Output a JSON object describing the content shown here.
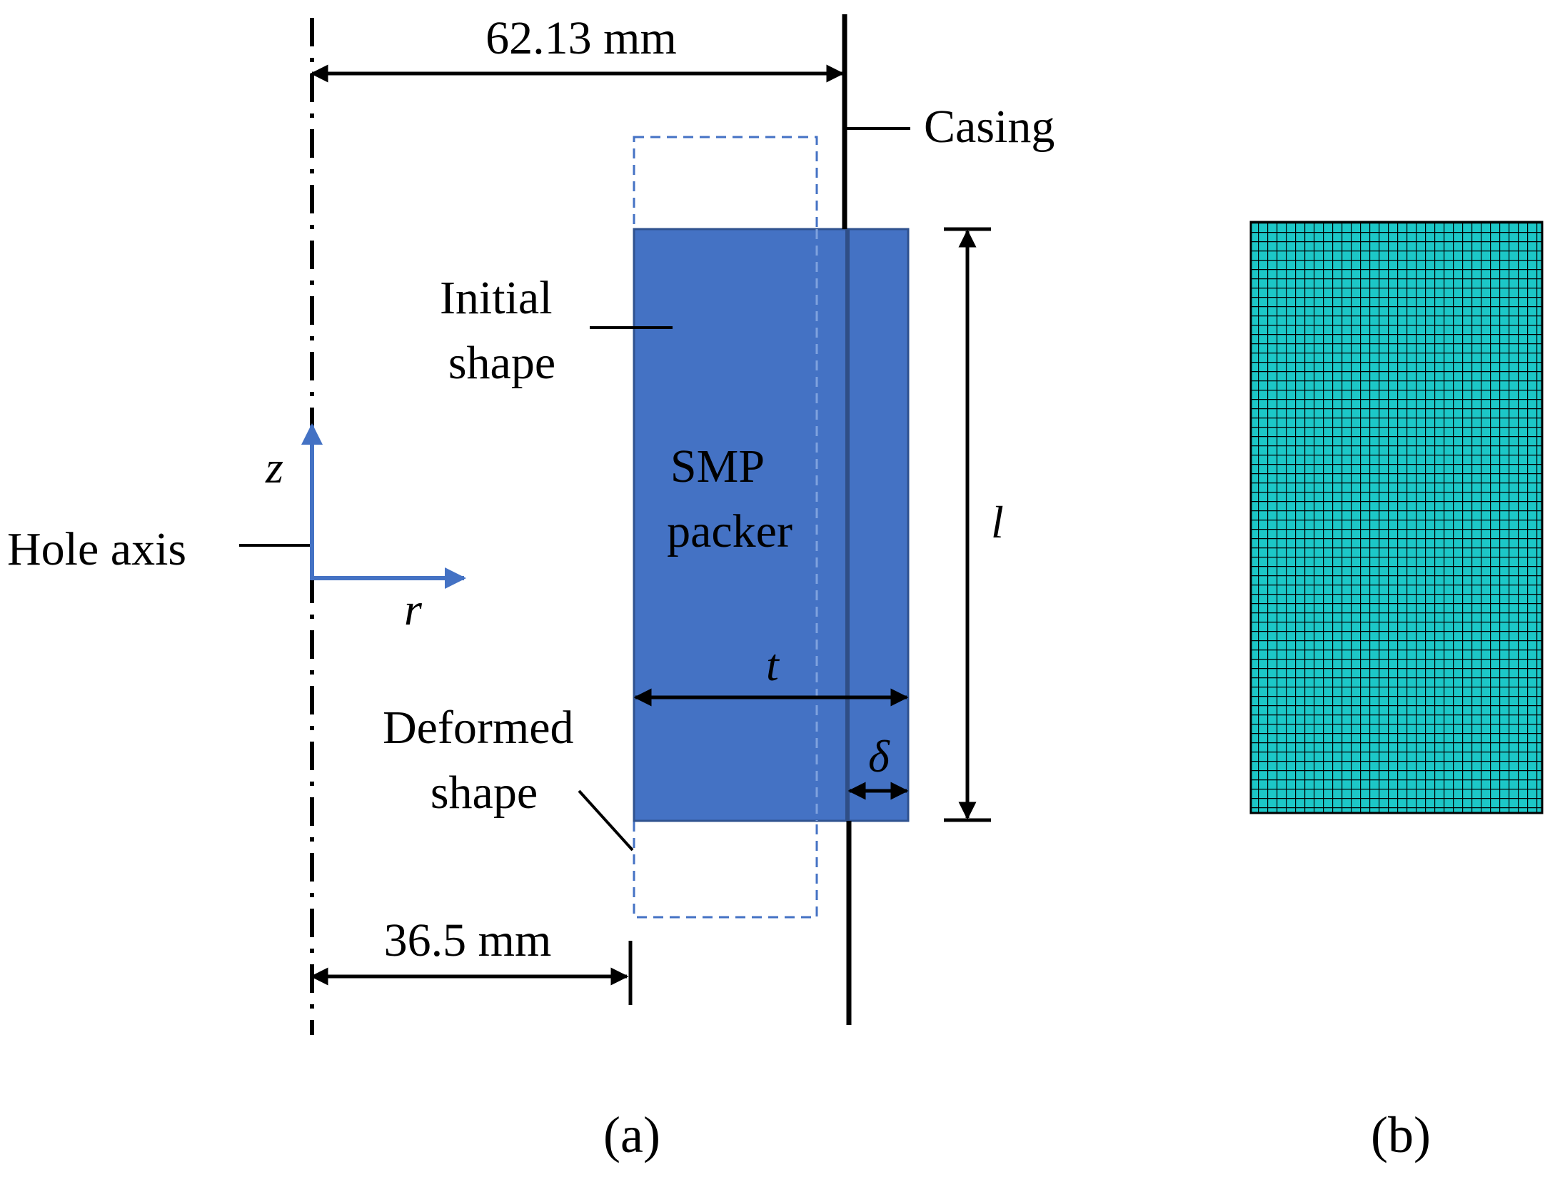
{
  "panel_a": {
    "caption": "(a)",
    "dim_top": "62.13 mm",
    "dim_bottom": "36.5 mm",
    "casing_label": "Casing",
    "hole_axis_label": "Hole axis",
    "initial_shape_label": [
      "Initial",
      "shape"
    ],
    "deformed_shape_label": [
      "Deformed",
      "shape"
    ],
    "smp_packer_label": [
      "SMP",
      "packer"
    ],
    "axis_z": "z",
    "axis_r": "r",
    "sym_t": "t",
    "sym_l": "l",
    "sym_delta": "δ"
  },
  "panel_b": {
    "caption": "(b)"
  },
  "colors": {
    "packer_fill": "#4472C4",
    "packer_stroke": "#2F528F",
    "dashed_outline": "#4472C4",
    "axis_arrows": "#4472C4",
    "mesh_fill": "#1CC7C7",
    "mesh_lines": "#000000",
    "lines": "#000000"
  }
}
